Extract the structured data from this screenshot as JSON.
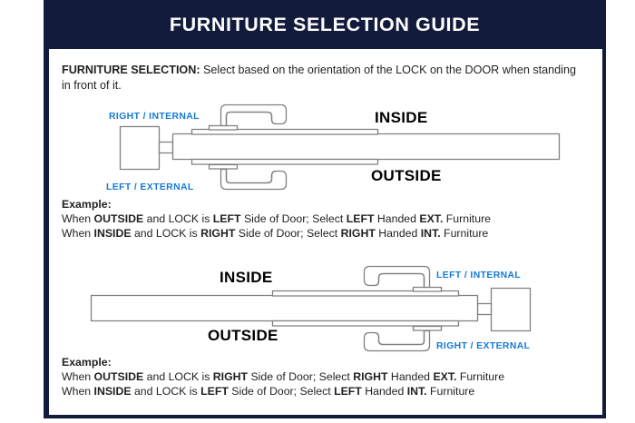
{
  "header": {
    "title": "FURNITURE SELECTION GUIDE",
    "background_color": "#121b3c",
    "text_color": "#ffffff"
  },
  "colors": {
    "navy": "#121b3c",
    "blue_label": "#1579d6",
    "body_text": "#231f20",
    "line": "#808080",
    "panel": "#ffffff"
  },
  "intro": {
    "lead": "FURNITURE SELECTION:",
    "body": "  Select based on the orientation of the LOCK on the DOOR when standing in front of it."
  },
  "diagram_1": {
    "name": "right-internal-left-external-door-diagram",
    "lock_label_top": "RIGHT / INTERNAL",
    "lock_label_bottom": "LEFT / EXTERNAL",
    "side_label_top": "INSIDE",
    "side_label_bottom": "OUTSIDE",
    "lock_position": "left"
  },
  "diagram_2": {
    "name": "left-internal-right-external-door-diagram",
    "lock_label_top": "LEFT / INTERNAL",
    "lock_label_bottom": "RIGHT / EXTERNAL",
    "side_label_top": "INSIDE",
    "side_label_bottom": "OUTSIDE",
    "lock_position": "right"
  },
  "example_1": {
    "heading": "Example:",
    "line_1": {
      "p1": "When ",
      "b1": "OUTSIDE",
      "p2": " and LOCK is ",
      "b2": "LEFT",
      "p3": " Side of Door;   Select ",
      "b3": "LEFT",
      "p4": " Handed ",
      "b4": "EXT.",
      "p5": " Furniture"
    },
    "line_2": {
      "p1": "When ",
      "b1": "INSIDE",
      "p2": " and LOCK is ",
      "b2": "RIGHT",
      "p3": " Side of Door;  Select ",
      "b3": "RIGHT",
      "p4": " Handed ",
      "b4": "INT.",
      "p5": " Furniture"
    }
  },
  "example_2": {
    "heading": "Example:",
    "line_1": {
      "p1": "When ",
      "b1": "OUTSIDE",
      "p2": " and LOCK is ",
      "b2": "RIGHT",
      "p3": " Side of Door;   Select ",
      "b3": "RIGHT",
      "p4": " Handed ",
      "b4": "EXT.",
      "p5": " Furniture"
    },
    "line_2": {
      "p1": "When ",
      "b1": "INSIDE",
      "p2": " and LOCK is ",
      "b2": "LEFT",
      "p3": " Side of Door;  Select ",
      "b3": "LEFT",
      "p4": " Handed ",
      "b4": "INT.",
      "p5": " Furniture"
    }
  }
}
